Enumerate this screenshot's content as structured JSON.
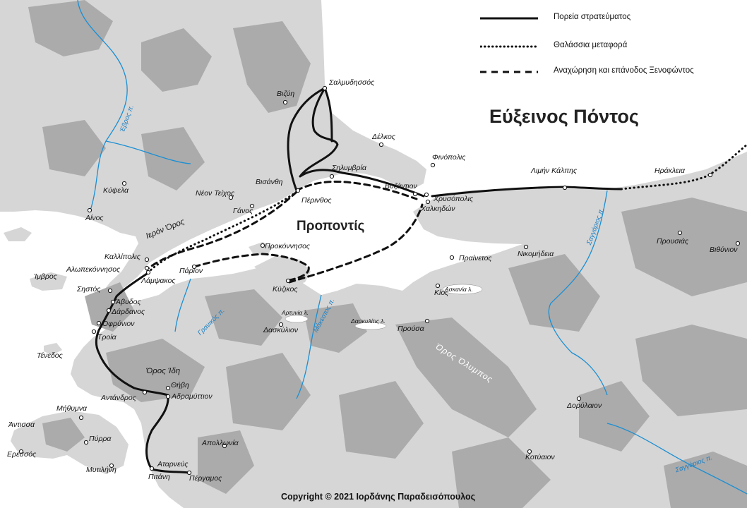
{
  "legend": {
    "march": "Πορεία στρατεύματος",
    "sea": "Θαλάσσια μεταφορά",
    "retreat": "Αναχώρηση και επάνοδος Ξενοφώντος"
  },
  "seas": {
    "euxine": "Εύξεινος Πόντος",
    "propontis": "Προποντίς"
  },
  "places": {
    "salmydessos": "Σαλμυδησσός",
    "bizye": "Βιζύη",
    "delkos": "Δέλκος",
    "finopolis": "Φινόπολις",
    "selymbria": "Σηλυμβρία",
    "byzantion": "Βυζάντιον",
    "chrysopolis": "Χρυσόπολις",
    "chalkedon": "Χαλκηδών",
    "kalpe": "Λιμήν Κάλπης",
    "herakleia": "Ηράκλεια",
    "bisanthe": "Βισάνθη",
    "neon_teichos": "Νέον Τείχος",
    "ganos": "Γάνος",
    "perinthos": "Πέρινθος",
    "kypsela": "Κύψελα",
    "ainos": "Αίνος",
    "kallipolis": "Καλλίπολις",
    "alopekonnesos": "Αλωπεκόννησος",
    "imbros": "Ίμβρος",
    "sestos": "Σηστός",
    "prokonnesos": "Προκόννησος",
    "parion": "Πάριον",
    "lampsakos": "Λάμψακος",
    "kyzikos": "Κύζικος",
    "abydos": "Άβυδος",
    "dardanos": "Δάρδανος",
    "ofryneion": "Οφρύνιον",
    "troia": "Τροία",
    "tenedos": "Τένεδος",
    "thebe": "Θήβη",
    "antandros": "Αντάνδρος",
    "adramyttion": "Αδραμύττιον",
    "methymna": "Μήθυμνα",
    "antissa": "Άντισσα",
    "pyrra": "Πύρρα",
    "eressos": "Ερεσσός",
    "mytilene": "Μυτιλήνη",
    "apollonia": "Απολλωνία",
    "atarneus": "Αταρνεύς",
    "pitane": "Πιτάνη",
    "pergamos": "Πέργαμος",
    "daskyleion": "Δασκύλιον",
    "prousa": "Προύσα",
    "kios": "Κίος",
    "prainetos": "Πραίνετος",
    "nikomedeia": "Νικομήδεια",
    "prousias": "Προυσιάς",
    "bithynion": "Βιθύνιον",
    "dorylaion": "Δορύλαιον",
    "kotyaion": "Κοτύαιον"
  },
  "features": {
    "ieron_oros": "Ιερόν Όρος",
    "oros_ide": "Όρος Ίδη",
    "oros_olympos": "Όρος Όλυμπος",
    "evros": "Έβρος π.",
    "granikos": "Γρανικός π.",
    "makestos": "Μάκεστος π.",
    "sangarios_1": "Σαγγάριος π.",
    "sangarios_2": "Σαγγάριος π.",
    "artynia": "Αρτυνία λ.",
    "daskylitis": "Δασκυλίτις λ.",
    "askania": "Ασκανία λ."
  },
  "copyright": "Copyright © 2021 Ιορδάνης Παραδεισόπουλος",
  "colors": {
    "sea": "#ffffff",
    "land": "#d6d6d6",
    "relief": "#a9a9a9",
    "river": "#1a8fd4",
    "route": "#111111"
  }
}
